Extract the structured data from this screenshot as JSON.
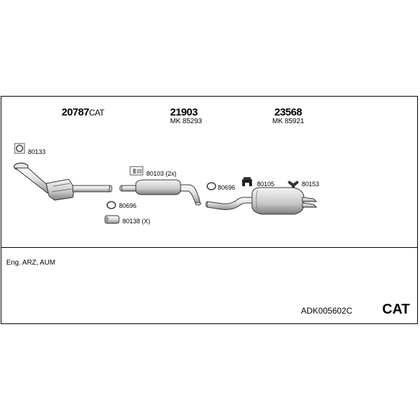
{
  "parts": [
    {
      "number": "20787",
      "suffix": "CAT",
      "mk": ""
    },
    {
      "number": "21903",
      "suffix": "",
      "mk": "MK 85293"
    },
    {
      "number": "23568",
      "suffix": "",
      "mk": "MK 85921"
    }
  ],
  "accessories": [
    {
      "label": "80133"
    },
    {
      "label": "80103 (2x)"
    },
    {
      "label": "80696"
    },
    {
      "label": "80138 (X)"
    },
    {
      "label": "80696"
    },
    {
      "label": "80105"
    },
    {
      "label": "80153"
    }
  ],
  "engine": "Eng. ARZ, AUM",
  "kit_code": "ADK005602C",
  "kit_type": "CAT"
}
